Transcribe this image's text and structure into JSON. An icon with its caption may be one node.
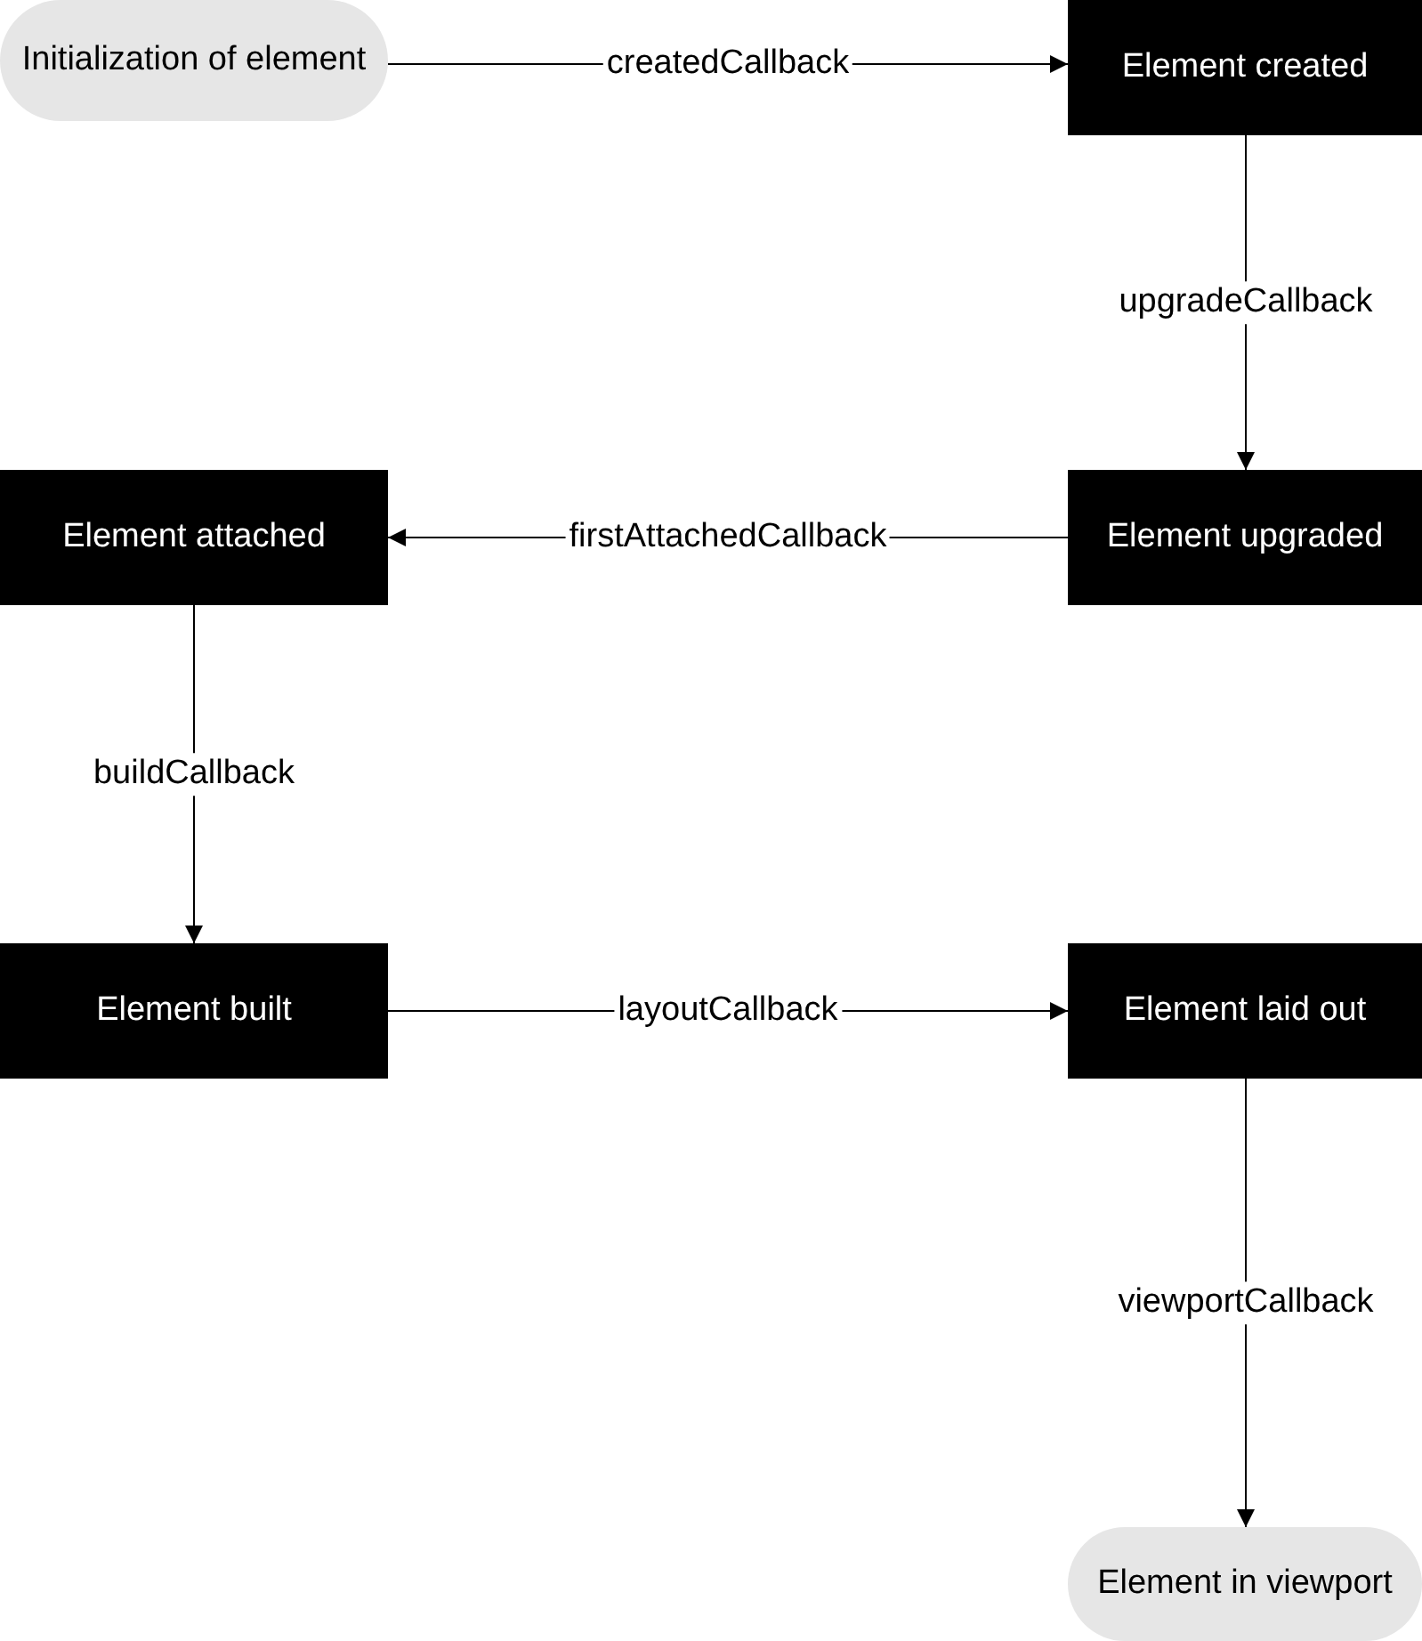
{
  "diagram": {
    "nodes": [
      {
        "text": [
          "Initialization of element"
        ]
      },
      {
        "text": [
          "Element created"
        ]
      },
      {
        "text": [
          "Element upgraded"
        ]
      },
      {
        "text": [
          "Element attached"
        ]
      },
      {
        "text": [
          "Element built"
        ]
      },
      {
        "text": [
          "Element laid out"
        ]
      },
      {
        "text": [
          "Element in viewport"
        ]
      }
    ],
    "edges": [
      {
        "from": 0,
        "to": 1,
        "arrow": "to",
        "label": "createdCallback"
      },
      {
        "from": 1,
        "to": 2,
        "arrow": "to",
        "label": "upgradeCallback"
      },
      {
        "from": 2,
        "to": 3,
        "arrow": "to",
        "label": "firstAttachedCallback"
      },
      {
        "from": 3,
        "to": 4,
        "arrow": "to",
        "label": "buildCallback"
      },
      {
        "from": 4,
        "to": 5,
        "arrow": "to",
        "label": "layoutCallback"
      },
      {
        "from": 5,
        "to": 6,
        "arrow": "to",
        "label": "viewportCallback"
      }
    ]
  }
}
